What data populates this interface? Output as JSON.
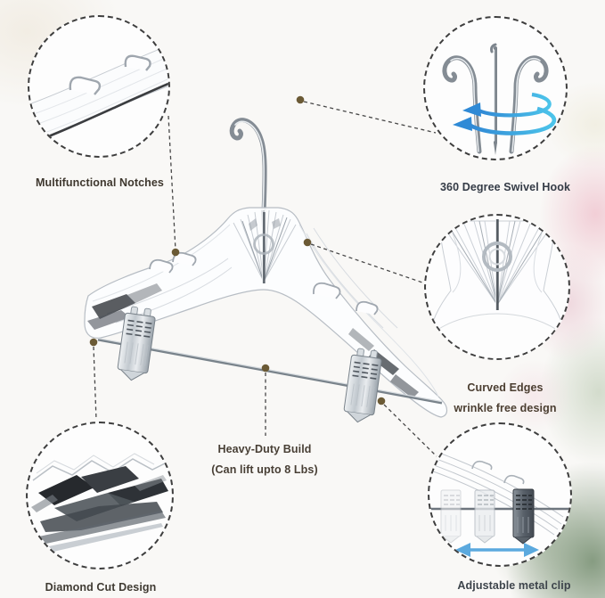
{
  "callouts": {
    "notches": {
      "label": "Multifunctional Notches"
    },
    "swivel_hook": {
      "label": "360 Degree Swivel Hook"
    },
    "curved_edges": {
      "line1": "Curved Edges",
      "line2": "wrinkle free design"
    },
    "heavy_duty": {
      "line1": "Heavy-Duty Build",
      "line2": "(Can lift upto 8 Lbs)"
    },
    "diamond_cut": {
      "label": "Diamond Cut Design"
    },
    "metal_clip": {
      "label": "Adjustable metal clip"
    }
  },
  "icons": {
    "notch_detail": "hanger-notch-closeup",
    "swivel_hook_detail": "three-position-hook-with-rotation-arrows",
    "curved_edges_detail": "crystal-shoulder-closeup",
    "diamond_cut_detail": "diamond-facet-closeup",
    "metal_clip_detail": "sliding-clips-closeup",
    "rotation_arrows": "blue-swirl-arrows",
    "slide_arrow": "blue-double-headed-arrow"
  },
  "colors": {
    "accent_blue": "#3f9fdd",
    "callout_dot": "#6b5a35",
    "dashed_line": "#474747",
    "text_brown": "#453c31",
    "text_slate": "#39404b",
    "bg_pink": "#f0d7dd",
    "bg_green": "#7d9377",
    "chrome": "#828a92"
  }
}
